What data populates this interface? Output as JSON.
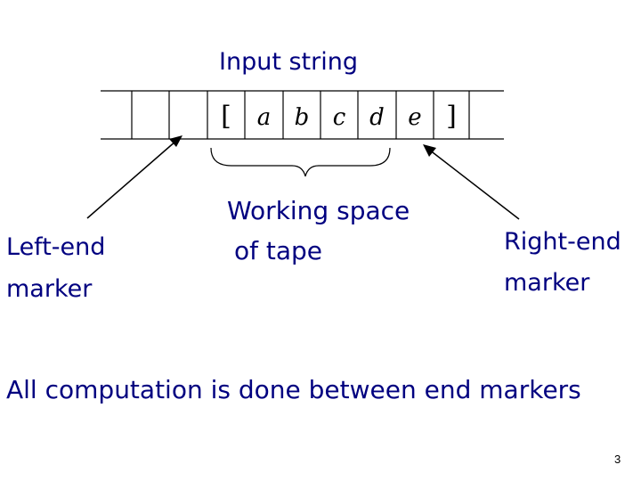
{
  "title": "Input string",
  "tape": {
    "left_marker": "[",
    "symbols": [
      "a",
      "b",
      "c",
      "d",
      "e"
    ],
    "right_marker": "]"
  },
  "labels": {
    "working_space": [
      "Working space",
      "of tape"
    ],
    "left_end": [
      "Left-end",
      "marker"
    ],
    "right_end": [
      "Right-end",
      "marker"
    ]
  },
  "caption": "All computation is done between end markers",
  "page_number": "3"
}
